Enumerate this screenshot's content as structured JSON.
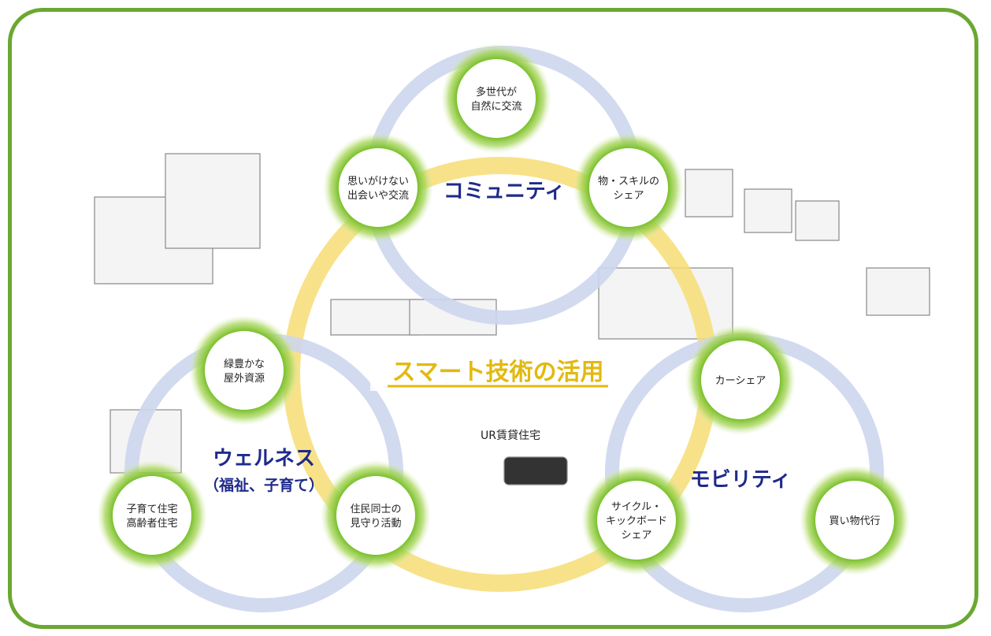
{
  "center_label": "スマート技術の活用",
  "ur_label": "UR賃貸住宅",
  "colors": {
    "frame": "#6aa832",
    "node_glow": "#7cc12f",
    "ring": "#cdd6ee",
    "center_band": "#f7dd74",
    "title": "#1f2a8a",
    "center_text": "#e2b90f"
  },
  "groups": [
    {
      "id": "community",
      "title": "コミュニティ",
      "subtitle": ""
    },
    {
      "id": "wellness",
      "title": "ウェルネス",
      "subtitle": "（福祉、子育て）"
    },
    {
      "id": "mobility",
      "title": "モビリティ",
      "subtitle": ""
    }
  ],
  "nodes": [
    {
      "id": "multigen",
      "lines": [
        "多世代が",
        "自然に交流"
      ]
    },
    {
      "id": "encounter",
      "lines": [
        "思いがけない",
        "出会いや交流"
      ]
    },
    {
      "id": "share-goods",
      "lines": [
        "物・スキルの",
        "シェア"
      ]
    },
    {
      "id": "green",
      "lines": [
        "緑豊かな",
        "屋外資源"
      ]
    },
    {
      "id": "housing",
      "lines": [
        "子育て住宅",
        "高齢者住宅"
      ]
    },
    {
      "id": "watch",
      "lines": [
        "住民同士の",
        "見守り活動"
      ]
    },
    {
      "id": "carshare",
      "lines": [
        "カーシェア"
      ]
    },
    {
      "id": "cycle",
      "lines": [
        "サイクル・",
        "キックボード",
        "シェア"
      ]
    },
    {
      "id": "shopping",
      "lines": [
        "買い物代行"
      ]
    }
  ]
}
